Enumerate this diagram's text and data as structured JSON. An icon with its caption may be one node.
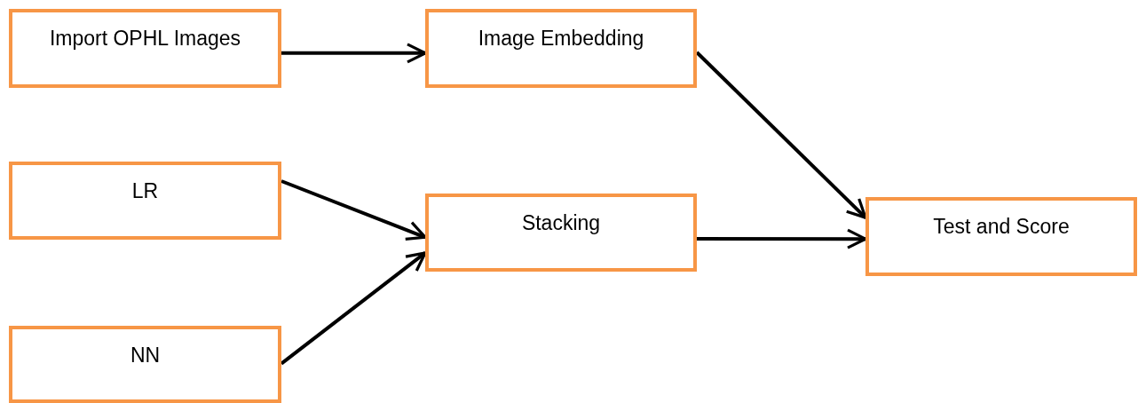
{
  "diagram": {
    "nodes": [
      {
        "text": [
          "Import OPHL Images"
        ]
      },
      {
        "text": [
          "Image Embedding"
        ]
      },
      {
        "text": [
          "LR"
        ]
      },
      {
        "text": [
          "Stacking"
        ]
      },
      {
        "text": [
          "NN"
        ]
      },
      {
        "text": [
          "Test and Score"
        ]
      }
    ],
    "edges": [
      {
        "from": 0,
        "to": 1,
        "arrow": "to"
      },
      {
        "from": 1,
        "to": 5,
        "arrow": "to"
      },
      {
        "from": 2,
        "to": 3,
        "arrow": "to"
      },
      {
        "from": 4,
        "to": 3,
        "arrow": "to"
      },
      {
        "from": 3,
        "to": 5,
        "arrow": "to"
      }
    ]
  }
}
